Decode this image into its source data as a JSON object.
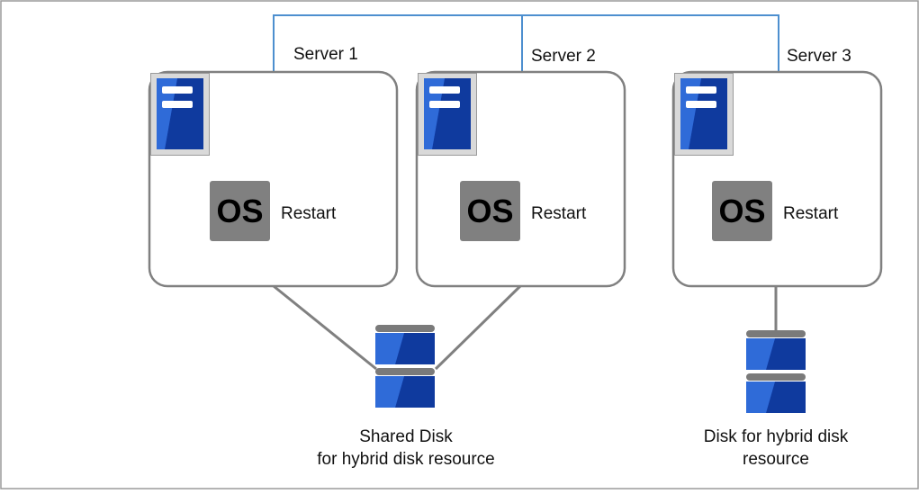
{
  "servers": [
    {
      "name": "Server 1",
      "action": "Restart",
      "os_badge": "OS"
    },
    {
      "name": "Server 2",
      "action": "Restart",
      "os_badge": "OS"
    },
    {
      "name": "Server 3",
      "action": "Restart",
      "os_badge": "OS"
    }
  ],
  "disks": {
    "shared": {
      "line1": "Shared Disk",
      "line2": "for hybrid disk resource"
    },
    "local": {
      "line1": "Disk for hybrid disk",
      "line2": "resource"
    }
  },
  "icons": {
    "server": "server-icon",
    "os": "os-icon",
    "disk": "disk-icon"
  },
  "colors": {
    "network_line": "#4d8fcf",
    "box_border": "#808080",
    "os_badge_bg": "#808080",
    "server_blue_light": "#2f6bd8",
    "server_blue_dark": "#0f3a9e",
    "disk_cap": "#7a7a7a"
  }
}
